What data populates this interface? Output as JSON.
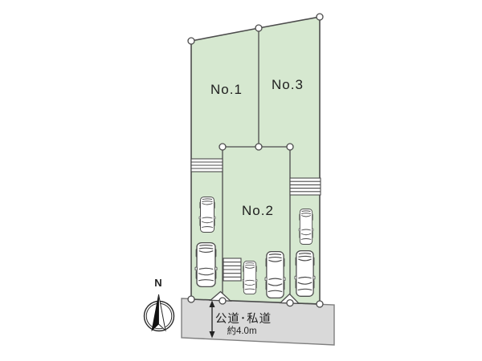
{
  "diagram": {
    "type": "land-plot-layout",
    "lots": [
      {
        "label": "No.1"
      },
      {
        "label": "No.2"
      },
      {
        "label": "No.3"
      }
    ],
    "road": {
      "label": "公道･私道",
      "width_label": "約4.0m"
    },
    "compass": {
      "north_label": "N"
    },
    "colors": {
      "lot_fill": "#d6e8d0",
      "road_fill": "#d9d9d9",
      "boundary_line": "#4c4c4c",
      "road_edge": "#7f7f7f",
      "car_fill": "#ffffff",
      "background": "#ffffff"
    }
  }
}
